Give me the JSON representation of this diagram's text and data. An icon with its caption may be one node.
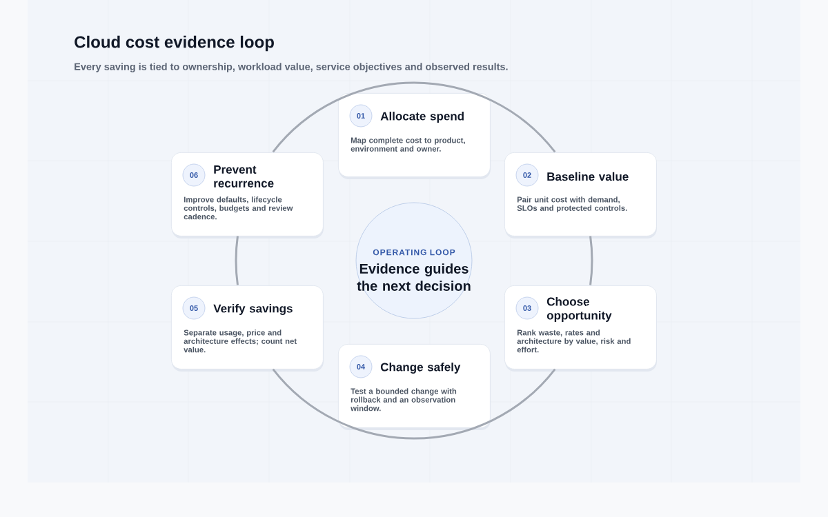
{
  "diagram": {
    "title": "Cloud cost evidence loop",
    "caption": "Every saving is tied to ownership, workload value, service objectives and observed results.",
    "nodes": [
      {
        "text": [
          "01",
          "Allocate spend",
          "Map complete cost to product, environment and owner."
        ]
      },
      {
        "text": [
          "02",
          "Baseline value",
          "Pair unit cost with demand, SLOs and protected controls."
        ]
      },
      {
        "text": [
          "03",
          "Choose opportunity",
          "Rank waste, rates and architecture by value, risk and effort."
        ]
      },
      {
        "text": [
          "04",
          "Change safely",
          "Test a bounded change with rollback and an observation window."
        ]
      },
      {
        "text": [
          "05",
          "Verify savings",
          "Separate usage, price and architecture effects; count net value."
        ]
      },
      {
        "text": [
          "06",
          "Prevent recurrence",
          "Improve defaults, lifecycle controls, budgets and review cadence."
        ]
      },
      {
        "text": [
          "OPERATING LOOP",
          "Evidence guides the next decision"
        ]
      }
    ],
    "edges": [
      {
        "from": 0,
        "to": 1,
        "arrow": "none"
      },
      {
        "from": 1,
        "to": 2,
        "arrow": "none"
      },
      {
        "from": 2,
        "to": 3,
        "arrow": "none"
      },
      {
        "from": 3,
        "to": 4,
        "arrow": "none"
      },
      {
        "from": 4,
        "to": 5,
        "arrow": "none"
      },
      {
        "from": 5,
        "to": 0,
        "arrow": "none"
      }
    ]
  }
}
